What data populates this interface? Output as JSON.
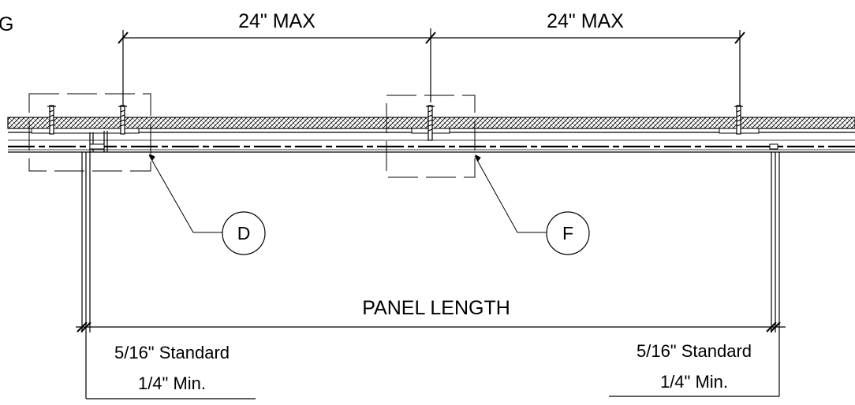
{
  "partial_text": "G",
  "dimensions": {
    "spacing_left": "24\" MAX",
    "spacing_right": "24\" MAX",
    "panel_length": "PANEL LENGTH"
  },
  "callouts": {
    "detail_d": "D",
    "detail_f": "F"
  },
  "notes": {
    "left": {
      "line1": "5/16\" Standard",
      "line2": "1/4\" Min."
    },
    "right": {
      "line1": "5/16\" Standard",
      "line2": "1/4\" Min."
    }
  }
}
